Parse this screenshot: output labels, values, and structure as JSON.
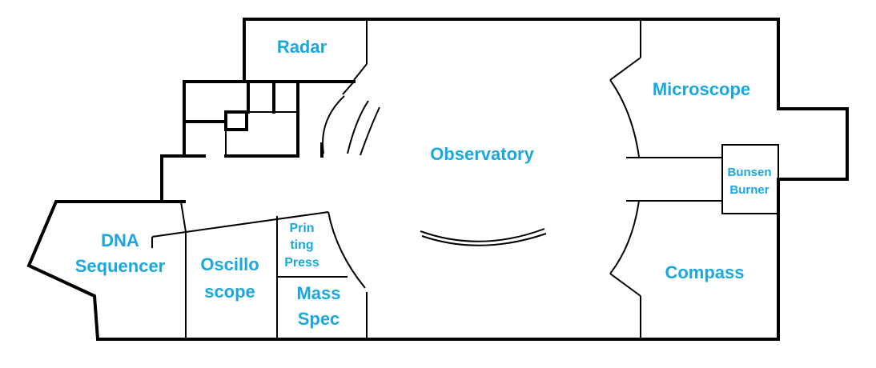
{
  "label_color": "#1aa7e0",
  "rooms": {
    "radar": "Radar",
    "observatory": "Observatory",
    "microscope": "Microscope",
    "bunsen_burner": [
      "Bunsen",
      "Burner"
    ],
    "compass": "Compass",
    "dna_sequencer": [
      "DNA",
      "Sequencer"
    ],
    "oscilloscope": [
      "Oscillo",
      "scope"
    ],
    "printing_press": [
      "Prin",
      "ting",
      "Press"
    ],
    "mass_spec": [
      "Mass",
      "Spec"
    ]
  }
}
